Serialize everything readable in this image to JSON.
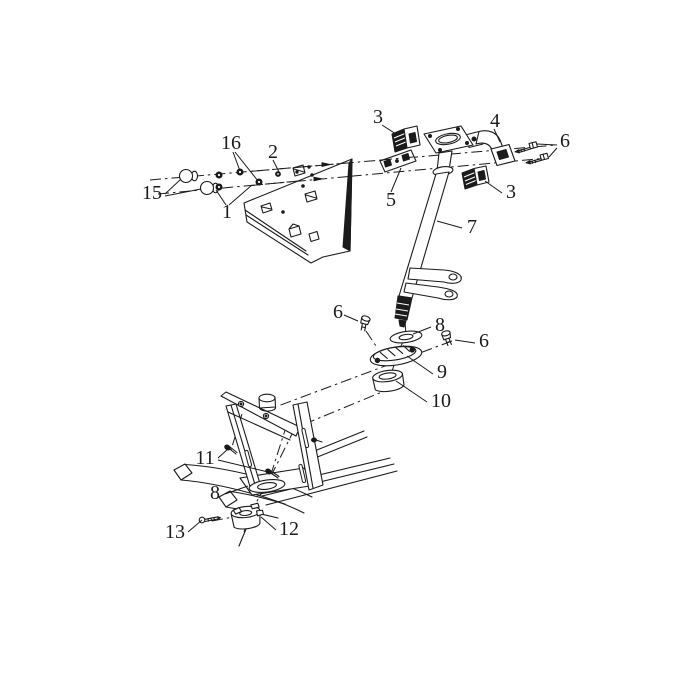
{
  "diagram": {
    "background_color": "#ffffff",
    "line_color": "#1b1b1b",
    "callouts": [
      {
        "label": "16"
      },
      {
        "label": "2"
      },
      {
        "label": "15"
      },
      {
        "label": "1"
      },
      {
        "label": "3"
      },
      {
        "label": "4"
      },
      {
        "label": "6"
      },
      {
        "label": "3"
      },
      {
        "label": "5"
      },
      {
        "label": "7"
      },
      {
        "label": "6"
      },
      {
        "label": "8"
      },
      {
        "label": "6"
      },
      {
        "label": "9"
      },
      {
        "label": "10"
      },
      {
        "label": "11"
      },
      {
        "label": "8"
      },
      {
        "label": "13"
      },
      {
        "label": "12"
      }
    ]
  }
}
